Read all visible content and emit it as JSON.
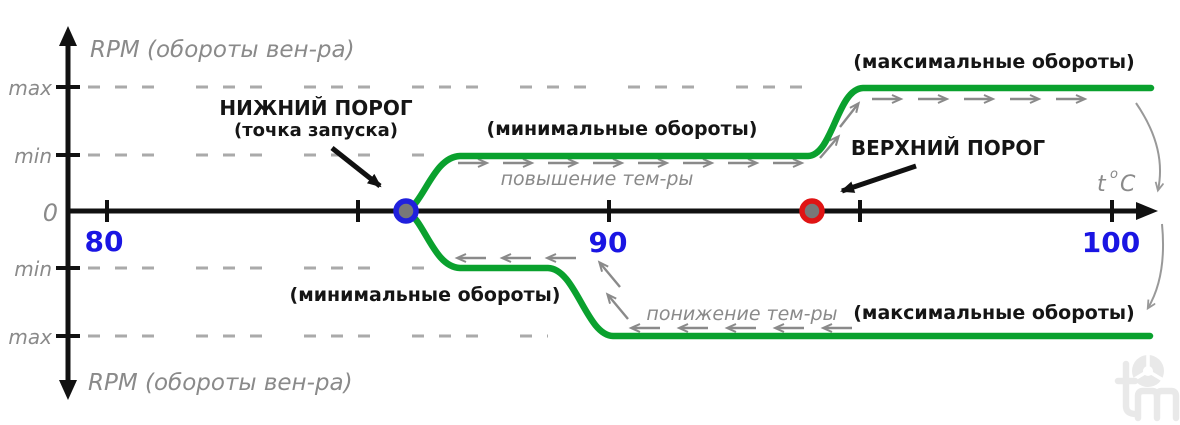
{
  "colors": {
    "curve_green": "#0aa12e",
    "tick_label_blue": "#1a15e3",
    "lower_point_ring": "#2020dd",
    "upper_point_ring": "#e01414",
    "point_fill": "#787878",
    "axis_black": "#111111",
    "muted_gray": "#8a8a8a",
    "dash_gray": "#aaaaaa",
    "watermark_gray": "#e9e9e9"
  },
  "axis": {
    "y_label_top": "RPM (обороты вен-ра)",
    "y_label_bottom": "RPM (обороты вен-ра)",
    "x_unit_t": "t",
    "x_unit_sup": "o",
    "x_unit_c": "C",
    "zero": "0",
    "y_max": "max",
    "y_min": "min",
    "t80": "80",
    "t90": "90",
    "t100": "100"
  },
  "annotations": {
    "lower_threshold_title": "НИЖНИЙ ПОРОГ",
    "lower_threshold_sub": "(точка запуска)",
    "upper_threshold_title": "ВЕРХНИЙ ПОРОГ",
    "min_rpm_heating": "(минимальные обороты)",
    "max_rpm_heating": "(максимальные обороты)",
    "min_rpm_cooling": "(минимальные обороты)",
    "max_rpm_cooling": "(максимальные обороты)",
    "heating_label": "повышение тем-ры",
    "cooling_label": "понижение тем-ры"
  },
  "chart_data": {
    "type": "line",
    "title": "",
    "xlabel": "t °C",
    "ylabel": "RPM (обороты вен-ра)",
    "x_ticks": [
      80,
      85,
      90,
      95,
      100
    ],
    "x_tick_labels_shown": [
      "80",
      "90",
      "100"
    ],
    "y_tick_labels_top_to_bottom": [
      "max",
      "min",
      "0",
      "min",
      "max"
    ],
    "x_range": [
      78,
      101
    ],
    "grid": "dashed horizontal gray reference lines at min and max levels (mirrored above and below the t axis)",
    "legend_position": "none",
    "series": [
      {
        "name": "повышение тем-ры (heating branch, arrows point right)",
        "color": "#0aa12e",
        "points_t_rpm": [
          [
            86,
            "0"
          ],
          [
            87,
            "min"
          ],
          [
            94,
            "min"
          ],
          [
            95,
            "max"
          ],
          [
            100.7,
            "max"
          ]
        ]
      },
      {
        "name": "понижение тем-ры (cooling branch, mirrored below axis, arrows point left)",
        "color": "#0aa12e",
        "points_t_rpm": [
          [
            100.7,
            "max"
          ],
          [
            90.2,
            "max"
          ],
          [
            88.8,
            "min"
          ],
          [
            87,
            "min"
          ],
          [
            86,
            "0"
          ]
        ]
      }
    ],
    "markers": [
      {
        "label": "НИЖНИЙ ПОРОГ (точка запуска)",
        "t": 86,
        "rpm": "0",
        "style": "blue ring, gray fill"
      },
      {
        "label": "ВЕРХНИЙ ПОРОГ",
        "t": 94,
        "rpm": "0",
        "style": "red ring, gray fill"
      }
    ]
  }
}
